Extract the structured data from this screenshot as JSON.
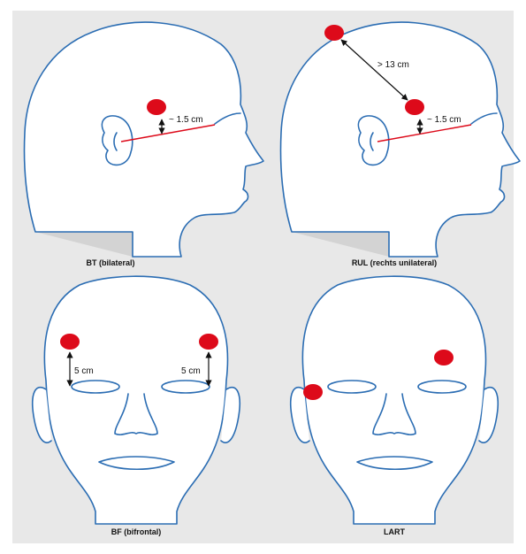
{
  "panels": [
    {
      "caption": "BT (bilateral)",
      "measures": [
        "~ 1.5 cm"
      ]
    },
    {
      "caption": "RUL (rechts unilateral)",
      "measures": [
        "> 13 cm",
        "~ 1.5 cm"
      ]
    },
    {
      "caption": "BF (bifrontal)",
      "measures": [
        "5 cm",
        "5 cm"
      ]
    },
    {
      "caption": "LART",
      "measures": []
    }
  ],
  "colors": {
    "background": "#e8e8e8",
    "outline": "#2b6db3",
    "electrode": "#dd0a1a",
    "line": "#dd0a1a"
  }
}
